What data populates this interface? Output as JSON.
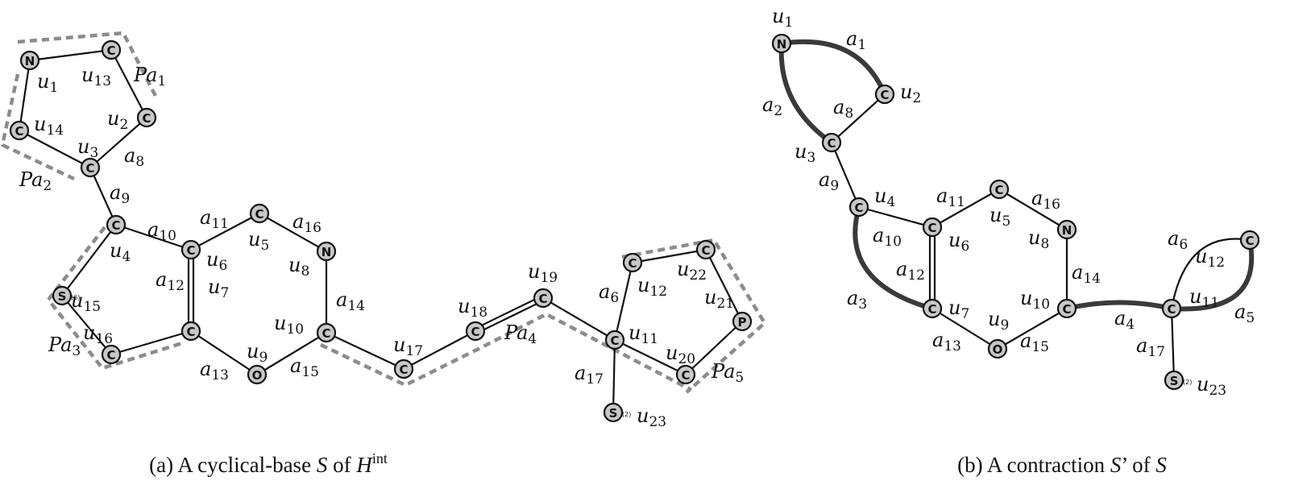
{
  "panels": [
    {
      "id": "a",
      "caption": {
        "prefix": "(a) A cyclical-base ",
        "S": "S",
        "of": " of ",
        "H": "H",
        "sup": "int"
      },
      "atoms": [
        {
          "id": "u1",
          "el": "N"
        },
        {
          "id": "u13",
          "el": "C"
        },
        {
          "id": "u2",
          "el": "C"
        },
        {
          "id": "u14",
          "el": "C"
        },
        {
          "id": "u3",
          "el": "C"
        },
        {
          "id": "u4",
          "el": "C"
        },
        {
          "id": "u15",
          "el": "S",
          "val": "(6)"
        },
        {
          "id": "u16",
          "el": "C"
        },
        {
          "id": "u6",
          "el": "C"
        },
        {
          "id": "u7",
          "el": "C"
        },
        {
          "id": "u5",
          "el": "C"
        },
        {
          "id": "u8",
          "el": "N"
        },
        {
          "id": "u9",
          "el": "O"
        },
        {
          "id": "u10",
          "el": "C"
        },
        {
          "id": "u17",
          "el": "C"
        },
        {
          "id": "u18",
          "el": "C"
        },
        {
          "id": "u19",
          "el": "C"
        },
        {
          "id": "u11",
          "el": "C"
        },
        {
          "id": "u12",
          "el": "C"
        },
        {
          "id": "u22",
          "el": "C"
        },
        {
          "id": "u21",
          "el": "P"
        },
        {
          "id": "u20",
          "el": "C"
        },
        {
          "id": "u23",
          "el": "S",
          "val": "(2)"
        }
      ],
      "labels": [
        {
          "b": "u",
          "s": "1"
        },
        {
          "b": "u",
          "s": "13"
        },
        {
          "b": "Pa",
          "s": "1"
        },
        {
          "b": "u",
          "s": "2"
        },
        {
          "b": "u",
          "s": "14"
        },
        {
          "b": "u",
          "s": "3"
        },
        {
          "b": "a",
          "s": "8"
        },
        {
          "b": "Pa",
          "s": "2"
        },
        {
          "b": "a",
          "s": "9"
        },
        {
          "b": "a",
          "s": "10"
        },
        {
          "b": "u",
          "s": "4"
        },
        {
          "b": "a",
          "s": "11"
        },
        {
          "b": "u",
          "s": "6"
        },
        {
          "b": "u",
          "s": "5"
        },
        {
          "b": "a",
          "s": "16"
        },
        {
          "b": "u",
          "s": "8"
        },
        {
          "b": "u",
          "s": "15"
        },
        {
          "b": "a",
          "s": "12"
        },
        {
          "b": "u",
          "s": "16"
        },
        {
          "b": "u",
          "s": "7"
        },
        {
          "b": "Pa",
          "s": "3"
        },
        {
          "b": "a",
          "s": "13"
        },
        {
          "b": "u",
          "s": "9"
        },
        {
          "b": "u",
          "s": "10"
        },
        {
          "b": "a",
          "s": "14"
        },
        {
          "b": "a",
          "s": "15"
        },
        {
          "b": "u",
          "s": "17"
        },
        {
          "b": "u",
          "s": "18"
        },
        {
          "b": "Pa",
          "s": "4"
        },
        {
          "b": "u",
          "s": "19"
        },
        {
          "b": "a",
          "s": "6"
        },
        {
          "b": "u",
          "s": "12"
        },
        {
          "b": "u",
          "s": "22"
        },
        {
          "b": "u",
          "s": "11"
        },
        {
          "b": "u",
          "s": "21"
        },
        {
          "b": "u",
          "s": "20"
        },
        {
          "b": "Pa",
          "s": "5"
        },
        {
          "b": "a",
          "s": "17"
        },
        {
          "b": "u",
          "s": "23"
        }
      ]
    },
    {
      "id": "b",
      "caption": {
        "prefix": "(b) A contraction ",
        "S1": "S",
        "prime": "’",
        "of": " of ",
        "S2": "S"
      },
      "atoms": [
        {
          "id": "u1",
          "el": "N"
        },
        {
          "id": "u2",
          "el": "C"
        },
        {
          "id": "u3",
          "el": "C"
        },
        {
          "id": "u4",
          "el": "C"
        },
        {
          "id": "u5",
          "el": "C"
        },
        {
          "id": "u6",
          "el": "C"
        },
        {
          "id": "u7",
          "el": "C"
        },
        {
          "id": "u8",
          "el": "N"
        },
        {
          "id": "u9",
          "el": "O"
        },
        {
          "id": "u10",
          "el": "C"
        },
        {
          "id": "u11",
          "el": "C"
        },
        {
          "id": "u12",
          "el": "C"
        },
        {
          "id": "u23",
          "el": "S",
          "val": "(2)"
        }
      ],
      "labels": [
        {
          "b": "u",
          "s": "1"
        },
        {
          "b": "a",
          "s": "1"
        },
        {
          "b": "u",
          "s": "2"
        },
        {
          "b": "a",
          "s": "2"
        },
        {
          "b": "a",
          "s": "8"
        },
        {
          "b": "u",
          "s": "3"
        },
        {
          "b": "a",
          "s": "9"
        },
        {
          "b": "u",
          "s": "4"
        },
        {
          "b": "a",
          "s": "11"
        },
        {
          "b": "u",
          "s": "5"
        },
        {
          "b": "a",
          "s": "16"
        },
        {
          "b": "a",
          "s": "10"
        },
        {
          "b": "u",
          "s": "6"
        },
        {
          "b": "u",
          "s": "8"
        },
        {
          "b": "a",
          "s": "6"
        },
        {
          "b": "a",
          "s": "12"
        },
        {
          "b": "a",
          "s": "14"
        },
        {
          "b": "u",
          "s": "12"
        },
        {
          "b": "a",
          "s": "3"
        },
        {
          "b": "u",
          "s": "7"
        },
        {
          "b": "u",
          "s": "10"
        },
        {
          "b": "u",
          "s": "11"
        },
        {
          "b": "u",
          "s": "9"
        },
        {
          "b": "a",
          "s": "4"
        },
        {
          "b": "a",
          "s": "5"
        },
        {
          "b": "a",
          "s": "13"
        },
        {
          "b": "a",
          "s": "15"
        },
        {
          "b": "a",
          "s": "17"
        },
        {
          "b": "u",
          "s": "23"
        }
      ]
    }
  ]
}
